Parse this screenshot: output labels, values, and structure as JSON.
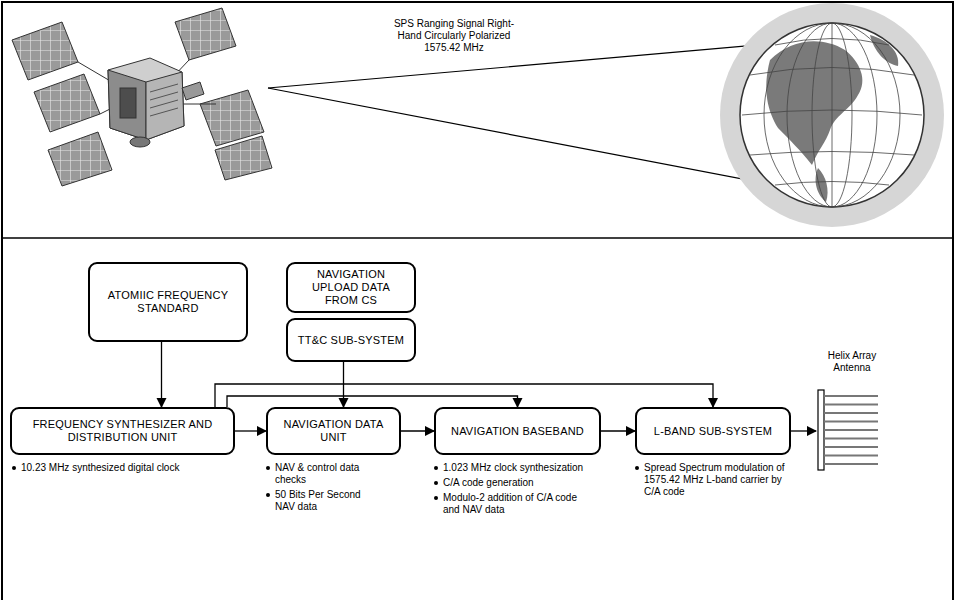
{
  "diagram": {
    "nodes": [
      {
        "text": [
          "ATOMIIC FREQUENCY STANDARD"
        ]
      },
      {
        "text": [
          "NAVIGATION UPLOAD DATA FROM CS"
        ]
      },
      {
        "text": [
          "TT&C SUB-SYSTEM"
        ]
      },
      {
        "text": [
          "FREQUENCY SYNTHESIZER AND DISTRIBUTION UNIT"
        ]
      },
      {
        "text": [
          "NAVIGATION DATA UNIT"
        ]
      },
      {
        "text": [
          "NAVIGATION BASEBAND"
        ]
      },
      {
        "text": [
          "L-BAND SUB-SYSTEM"
        ]
      }
    ],
    "edges": [
      {
        "from": 0,
        "to": 3,
        "arrow": "to"
      },
      {
        "from": 2,
        "to": 4,
        "arrow": "to"
      },
      {
        "from": 3,
        "to": 4,
        "arrow": "to"
      },
      {
        "from": 3,
        "to": 5,
        "arrow": "to"
      },
      {
        "from": 3,
        "to": 6,
        "arrow": "to"
      },
      {
        "from": 4,
        "to": 5,
        "arrow": "to"
      },
      {
        "from": 5,
        "to": 6,
        "arrow": "to"
      }
    ],
    "labels": [
      "SPS Ranging Signal Right-Hand Circularly Polarized 1575.42 MHz",
      "10.23 MHz synthesized digital clock",
      "NAV & control data checks",
      "50 Bits Per Second NAV data",
      "1.023 MHz clock synthesization",
      "C/A code generation",
      "Modulo-2 addition of C/A code and NAV data",
      "Spread Spectrum modulation of 1575.42 MHz L-band carrier by C/A code",
      "Helix Array Antenna"
    ]
  }
}
